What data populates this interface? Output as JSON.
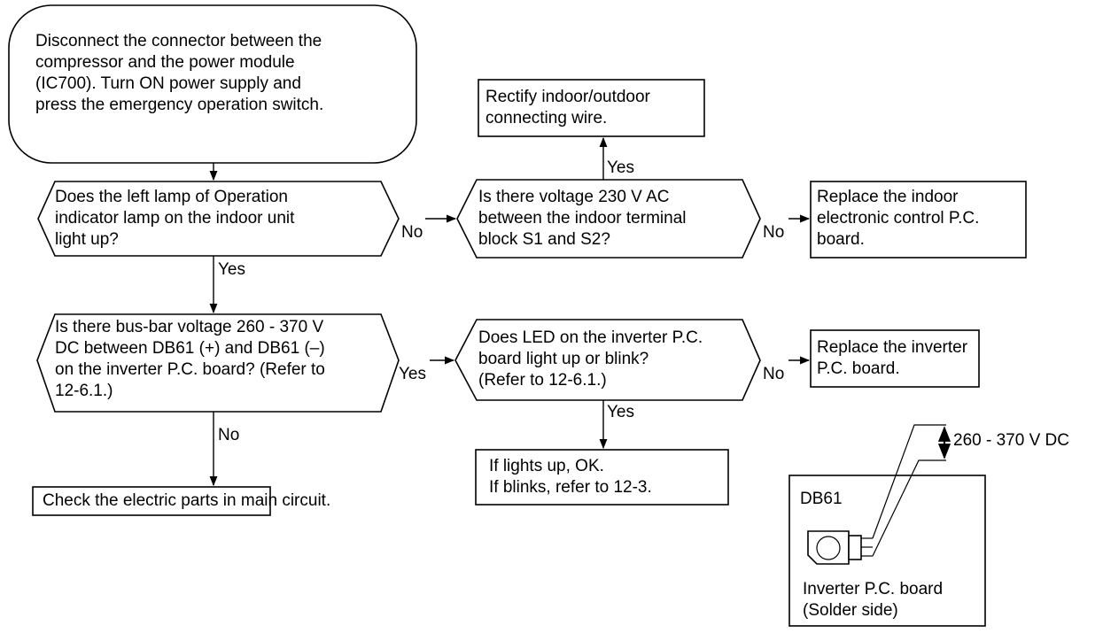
{
  "nodes": {
    "start": "Disconnect the connector between the\ncompressor and the power module\n(IC700). Turn ON power supply and\npress the emergency operation switch.",
    "q_lamp": "Does the left lamp of Operation\nindicator lamp on the indoor unit\nlight up?",
    "q_voltage_ac": "Is there voltage 230 V AC\nbetween the indoor terminal\nblock S1 and S2?",
    "rectify_wire": "Rectify indoor/outdoor\nconnecting wire.",
    "replace_indoor": "Replace the indoor\nelectronic control P.C.\nboard.",
    "q_busbar": "Is there bus-bar voltage 260 - 370 V\nDC between DB61 (+) and DB61 (–)\non the inverter P.C. board? (Refer to\n12-6.1.)",
    "q_led": "Does LED on the inverter P.C.\nboard light up or blink?\n(Refer to 12-6.1.)",
    "replace_inverter": "Replace the inverter\nP.C. board.",
    "led_result": "If lights up, OK.\nIf blinks, refer to 12-3.",
    "check_main": "Check the electric parts in main circuit."
  },
  "edges": {
    "lamp_no": "No",
    "lamp_yes": "Yes",
    "ac_yes": "Yes",
    "ac_no": "No",
    "busbar_yes": "Yes",
    "busbar_no": "No",
    "led_no": "No",
    "led_yes": "Yes"
  },
  "inset": {
    "component_label": "DB61",
    "board_label": "Inverter P.C. board\n(Solder side)",
    "voltage_label": "260 - 370 V DC"
  }
}
